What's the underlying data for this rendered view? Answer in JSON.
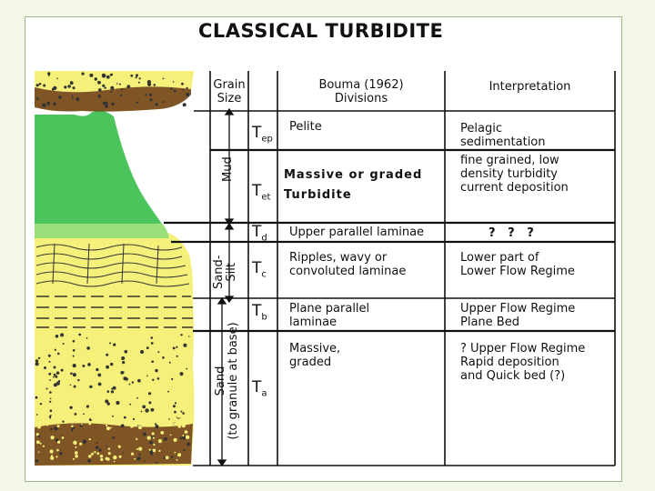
{
  "title": "CLASSICAL TURBIDITE",
  "headers": {
    "grain_size": "Grain\nSize",
    "bouma": "Bouma (1962)\nDivisions",
    "interpretation": "Interpretation"
  },
  "grain_size_labels": {
    "mud": "Mud",
    "sand_silt": "Sand-\nSilt",
    "sand": "Sand\n(to granule at base)"
  },
  "divisions": [
    {
      "symbol": "T",
      "sub": "ep",
      "name": "Pelite",
      "interpretation": "Pelagic\nsedimentation"
    },
    {
      "symbol": "T",
      "sub": "et",
      "name": "Massive or graded\nTurbidite",
      "interpretation": "fine grained, low\ndensity turbidity\ncurrent deposition"
    },
    {
      "symbol": "T",
      "sub": "d",
      "name": "Upper parallel laminae",
      "interpretation": "?   ?   ?"
    },
    {
      "symbol": "T",
      "sub": "c",
      "name": "Ripples, wavy or\nconvoluted laminae",
      "interpretation": "Lower part of\nLower Flow Regime"
    },
    {
      "symbol": "T",
      "sub": "b",
      "name": "Plane parallel\nlaminae",
      "interpretation": "Upper Flow Regime\nPlane Bed"
    },
    {
      "symbol": "T",
      "sub": "a",
      "name": "Massive,\ngraded",
      "interpretation": "? Upper Flow Regime\nRapid deposition\nand Quick bed (?)"
    }
  ],
  "colors": {
    "sand": "#f5f07a",
    "mud": "#4cc45c",
    "gravel": "#6b3a17",
    "background": "#f3f7ea"
  }
}
